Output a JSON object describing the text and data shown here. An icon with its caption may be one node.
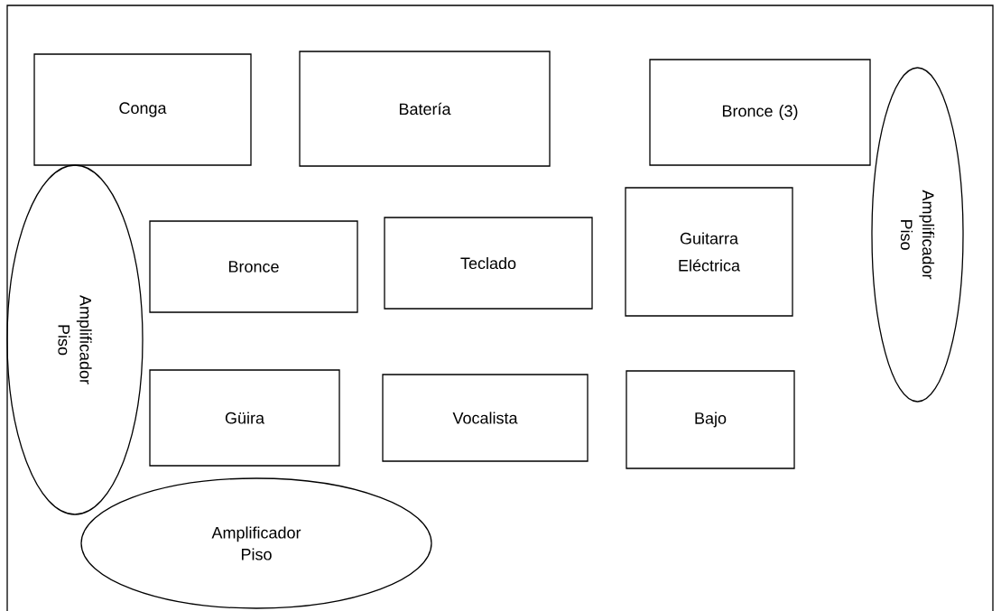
{
  "diagram": {
    "nodes": [
      {
        "text": [
          "Conga"
        ]
      },
      {
        "text": [
          "Batería"
        ]
      },
      {
        "text": [
          "Bronce (3)"
        ]
      },
      {
        "text": [
          "Amplificador Piso"
        ]
      },
      {
        "text": [
          "Amplificador Piso"
        ]
      },
      {
        "text": [
          "Bronce"
        ]
      },
      {
        "text": [
          "Teclado"
        ]
      },
      {
        "text": [
          "Guitarra Eléctrica"
        ]
      },
      {
        "text": [
          "Güira"
        ]
      },
      {
        "text": [
          "Vocalista"
        ]
      },
      {
        "text": [
          "Bajo"
        ]
      },
      {
        "text": [
          "Amplificador Piso"
        ]
      }
    ]
  }
}
